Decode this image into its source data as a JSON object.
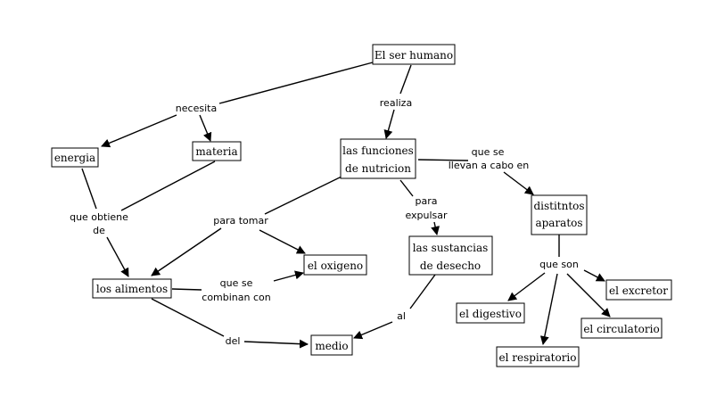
{
  "nodes": {
    "ser_humano": "El ser humano",
    "energia": "energia",
    "materia": "materia",
    "funciones_1": "las funciones",
    "funciones_2": "de nutricion",
    "aparatos_1": "distitntos",
    "aparatos_2": "aparatos",
    "alimentos": "los alimentos",
    "oxigeno": "el oxigeno",
    "sustancias_1": "las sustancias",
    "sustancias_2": "de desecho",
    "medio": "medio",
    "digestivo": "el digestivo",
    "respiratorio": "el respiratorio",
    "circulatorio": "el circulatorio",
    "excretor": "el excretor"
  },
  "links": {
    "necesita": "necesita",
    "realiza": "realiza",
    "que_se_1": "que se",
    "llevan": "llevan a cabo en",
    "obtiene_1": "que obtiene",
    "obtiene_2": "de",
    "para_tomar": "para tomar",
    "para_1": "para",
    "expulsar": "expulsar",
    "combinan_1": "que se",
    "combinan_2": "combinan con",
    "que_son": "que son",
    "al": "al",
    "del": "del"
  }
}
